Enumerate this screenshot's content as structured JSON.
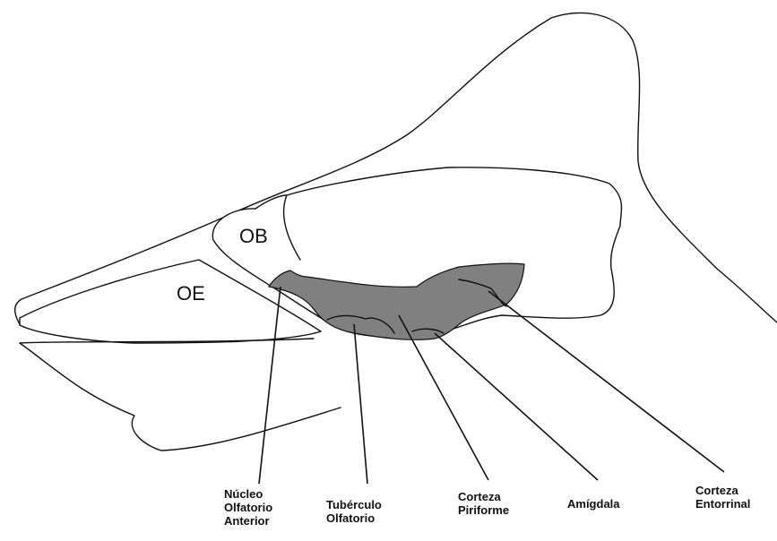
{
  "diagram": {
    "structure_labels": {
      "olfactory_bulb": "OB",
      "olfactory_epithelium": "OE"
    },
    "region_color": "#808080",
    "captions": {
      "anterior_olfactory_nucleus": [
        "Núcleo",
        "Olfatorio",
        "Anterior"
      ],
      "olfactory_tubercle": [
        "Tubérculo",
        "Olfatorio"
      ],
      "piriform_cortex": [
        "Corteza",
        "Piriforme"
      ],
      "amygdala": [
        "Amígdala"
      ],
      "entorhinal_cortex": [
        "Corteza",
        "Entorrinal"
      ]
    }
  }
}
